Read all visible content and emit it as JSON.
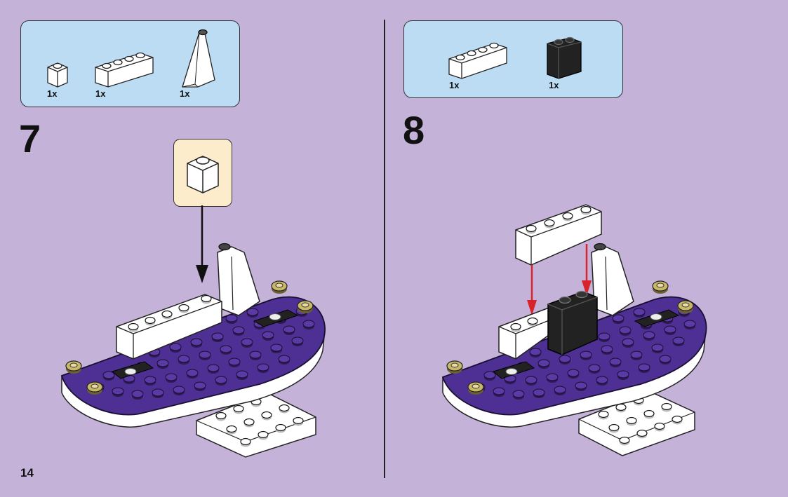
{
  "page": {
    "number": "14"
  },
  "colors": {
    "background": "#c5b2d9",
    "parts_box": "#bcdcf3",
    "callout": "#fdeccb",
    "arrow_red": "#d8232a"
  },
  "steps": [
    {
      "number": "7",
      "parts": [
        {
          "qty": "1x",
          "part": "white-brick-1x1-icon"
        },
        {
          "qty": "1x",
          "part": "white-brick-1x4-icon"
        },
        {
          "qty": "1x",
          "part": "white-slope-brick-icon"
        }
      ],
      "callout_part": "white-brick-1x1-icon"
    },
    {
      "number": "8",
      "parts": [
        {
          "qty": "1x",
          "part": "white-brick-1x4-icon"
        },
        {
          "qty": "1x",
          "part": "black-brick-1x2x2-icon"
        }
      ]
    }
  ]
}
